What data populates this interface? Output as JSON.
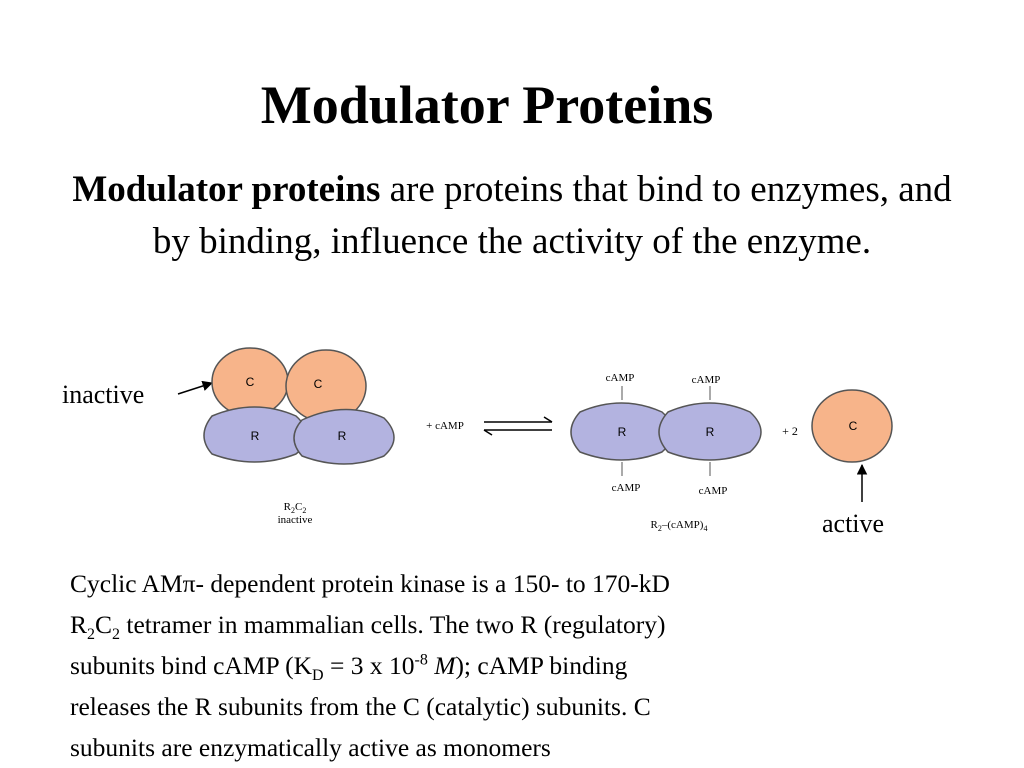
{
  "slide": {
    "title": "Modulator Proteins",
    "intro_bold": "Modulator proteins",
    "intro_rest": " are proteins that bind to enzymes, and by binding, influence the activity of the enzyme."
  },
  "diagram": {
    "label_inactive": "inactive",
    "label_active": "active",
    "subunit_c": "C",
    "subunit_r": "R",
    "camp": "cAMP",
    "plus_camp": "+ cAMP",
    "plus_2": "+ 2",
    "left_caption_formula": "R2C2",
    "left_caption_state": "inactive",
    "right_caption_formula": "R2–(cAMP)4",
    "colors": {
      "catalytic": "#F7B48A",
      "regulatory": "#B3B3E0",
      "outline": "#555555"
    }
  },
  "body": {
    "l1_a": "Cyclic AM",
    "l1_pi": "π",
    "l1_b": "- dependent protein kinase is a 150- to 170-kD",
    "l2_r": "R",
    "l2_sub1": "2",
    "l2_c": "C",
    "l2_sub2": "2",
    "l2_rest": " tetramer in mammalian cells. The two R (regulatory)",
    "l3_a": "subunits bind cAMP (K",
    "l3_sub": "D",
    "l3_b": " = 3 x 10",
    "l3_sup": "-8",
    "l3_m": "M",
    "l3_c": "); cAMP binding",
    "l4": "releases the R subunits from the C (catalytic) subunits. C",
    "l5": "subunits are enzymatically active as monomers"
  }
}
